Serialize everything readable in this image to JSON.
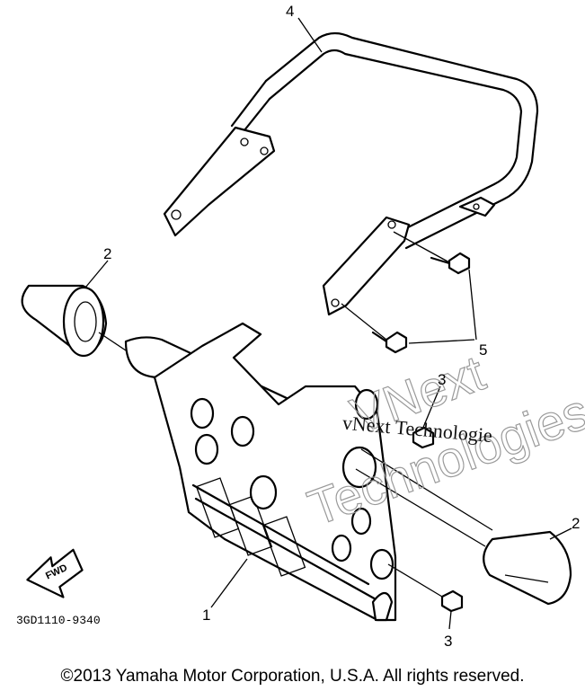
{
  "labels": {
    "part_1": "1",
    "part_2_left": "2",
    "part_2_right": "2",
    "part_3_top": "3",
    "part_3_bottom": "3",
    "part_4": "4",
    "part_5": "5"
  },
  "fwd_label": "FWD",
  "diagram_code": "3GD1110-9340",
  "watermark": {
    "line1": "VNext",
    "line2": "Technologies",
    "inline": "vNext Technologie"
  },
  "copyright": "©2013 Yamaha Motor Corporation, U.S.A. All rights reserved."
}
